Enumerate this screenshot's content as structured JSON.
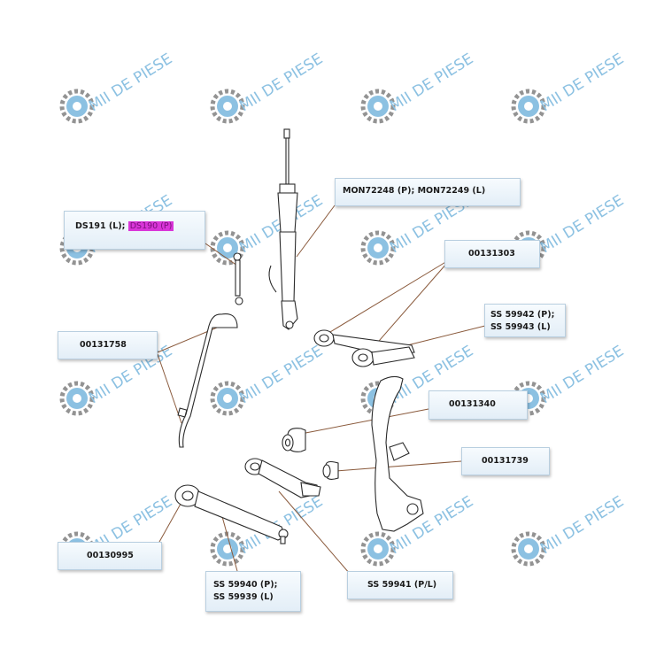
{
  "watermark": {
    "text": "MII DE PIESE",
    "icon": "gear-logo-icon",
    "color": "#2f8fcb",
    "gear_color": "#3b3b3b"
  },
  "callouts": {
    "shock_absorber": {
      "line1": "MON72248 (P);  MON72249 (L)"
    },
    "stabilizer_link": {
      "line1_prefix": "DS191 (L); ",
      "line1_highlight": "DS190 (P)"
    },
    "control_arm_upper_bushing": {
      "line1": "00131303"
    },
    "upper_control_arm": {
      "line1": "SS 59942 (P);",
      "line2": "SS 59943 (L)"
    },
    "stabilizer_bar": {
      "line1": "00131758"
    },
    "knuckle_bushing": {
      "line1": "00131340"
    },
    "small_bushing": {
      "line1": "00131739"
    },
    "lower_arm_bushing": {
      "line1": "00130995"
    },
    "lower_control_arm": {
      "line1": "SS 59940 (P);",
      "line2": "SS 59939 (L)"
    },
    "tension_strut": {
      "line1": "SS 59941 (P/L)"
    }
  },
  "colors": {
    "accent_highlight": "#d935d9",
    "callout_border": "#b9cfe0",
    "leader_line": "#8a5a3c",
    "part_outline": "#2a2a2a"
  }
}
